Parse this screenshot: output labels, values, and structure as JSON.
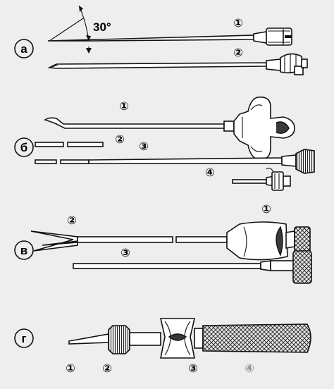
{
  "colors": {
    "ink": "#111111",
    "paper": "#eeeeee",
    "grey_numeral": "#8a8a8a"
  },
  "angle_label": "30°",
  "sections": {
    "a": {
      "letter": "а",
      "labels": [
        "①",
        "②"
      ]
    },
    "b": {
      "letter": "б",
      "labels": [
        "①",
        "②",
        "③",
        "④"
      ]
    },
    "v": {
      "letter": "в",
      "labels": [
        "①",
        "②",
        "③"
      ]
    },
    "g": {
      "letter": "г",
      "labels": [
        "①",
        "②",
        "③",
        "④"
      ]
    }
  }
}
